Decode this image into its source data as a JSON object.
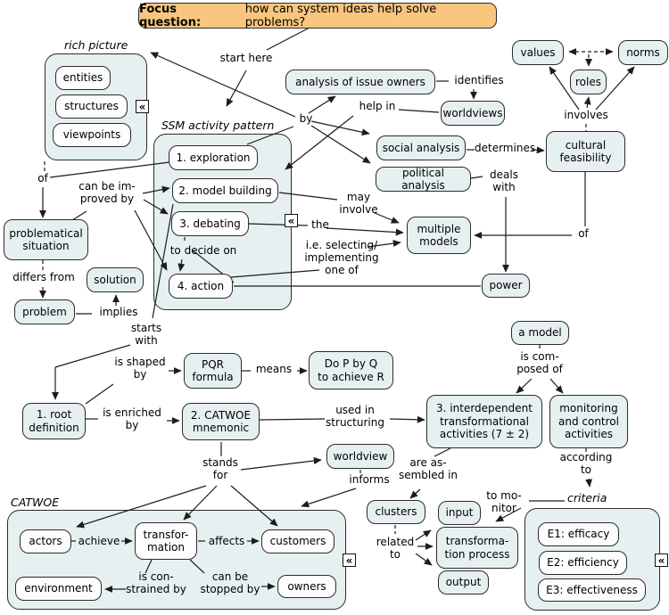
{
  "focus_question": {
    "label": "Focus question:",
    "question": "how can system ideas help solve problems?"
  },
  "containers": {
    "rich_picture": {
      "label": "rich picture",
      "items": {
        "entities": "entities",
        "structures": "structures",
        "viewpoints": "viewpoints"
      }
    },
    "ssm": {
      "label": "SSM activity pattern",
      "items": {
        "exploration": "1. exploration",
        "model_building": "2. model building",
        "debating": "3. debating",
        "action": "4. action"
      }
    },
    "catwoe": {
      "label": "CATWOE",
      "items": {
        "actors": "actors",
        "transformation": "transfor-\nmation",
        "customers": "customers",
        "environment": "environment",
        "owners": "owners"
      }
    },
    "criteria": {
      "label": "criteria",
      "items": {
        "e1": "E1: efficacy",
        "e2": "E2: efficiency",
        "e3": "E3: effectiveness"
      }
    }
  },
  "nodes": {
    "analysis_of_issue_owners": "analysis of issue owners",
    "worldviews": "worldviews",
    "social_analysis": "social analysis",
    "political_analysis": "political analysis",
    "values": "values",
    "norms": "norms",
    "roles": "roles",
    "cultural_feasibility": "cultural\nfeasibility",
    "multiple_models": "multiple\nmodels",
    "power": "power",
    "problematical_situation": "problematical\nsituation",
    "solution": "solution",
    "problem": "problem",
    "pqr_formula": "PQR\nformula",
    "do_p_by_q": "Do P by Q\nto achieve R",
    "a_model": "a model",
    "transformational_activities": "3. interdependent\ntransformational\nactivities (7 ± 2)",
    "monitoring_activities": "monitoring\nand control\nactivities",
    "root_definition": "1. root\ndefinition",
    "catwoe_mnemonic": "2. CATWOE\nmnemonic",
    "worldview": "worldview",
    "clusters": "clusters",
    "input": "input",
    "transformation_process": "transforma-\ntion process",
    "output": "output"
  },
  "links": {
    "start_here": "start here",
    "by": "by",
    "identifies": "identifies",
    "help_in": "help in",
    "determines": "determines",
    "deals_with": "deals\nwith",
    "involves": "involves",
    "of_cultural": "of",
    "of_exploration": "of",
    "can_be_improved": "can be im-\nproved by",
    "differs_from": "differs from",
    "implies": "implies",
    "may_involve": "may\ninvolve",
    "the": "the",
    "ie_selecting": "i.e. selecting/\nimplementing\none of",
    "to_decide_on": "to decide on",
    "starts_with": "starts\nwith",
    "is_shaped_by": "is shaped\nby",
    "means": "means",
    "is_composed_of": "is com-\nposed of",
    "is_enriched_by": "is enriched\nby",
    "used_in_structuring": "used in\nstructuring",
    "stands_for": "stands\nfor",
    "informs": "informs",
    "are_assembled_in": "are as-\nsembled in",
    "to_monitor": "to mo-\nnitor",
    "according_to": "according\nto",
    "related_to": "related\nto",
    "achieve": "achieve",
    "affects": "affects",
    "is_constrained_by": "is con-\nstrained by",
    "can_be_stopped_by": "can be\nstopped by"
  },
  "icons": {
    "collapse": "«"
  },
  "colors": {
    "background": "#ffffff",
    "node_fill": "#e7f0f0",
    "inner_node_fill": "#fdfdfd",
    "node_border": "#2b2b2b",
    "focus_fill": "#f9c57f",
    "line": "#1c1c1c"
  }
}
